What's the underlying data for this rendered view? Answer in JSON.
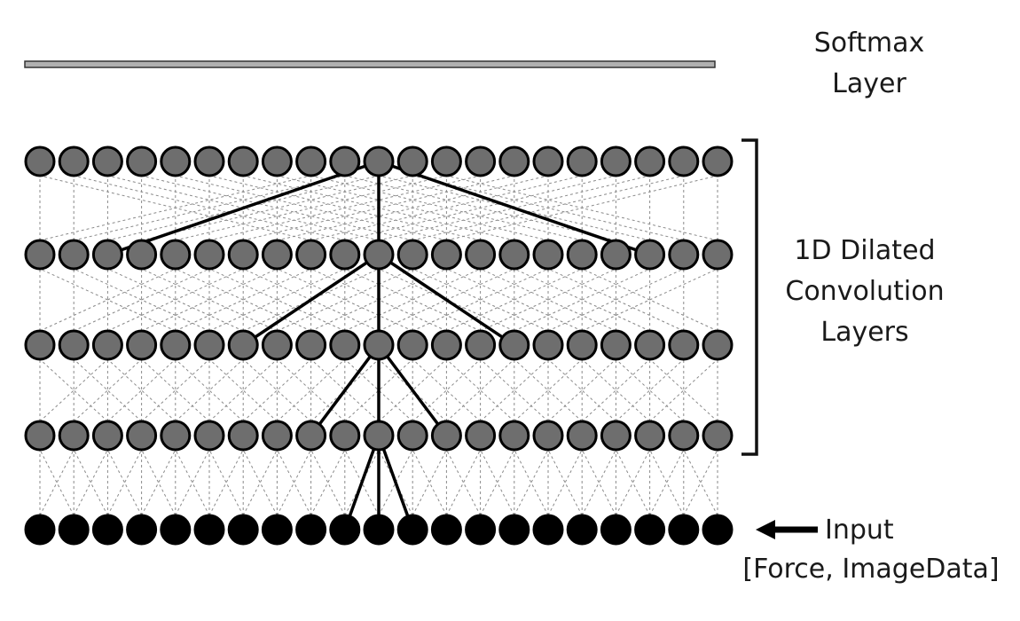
{
  "labels": {
    "softmax_line1": "Softmax",
    "softmax_line2": "Layer",
    "conv_line1": "1D Dilated",
    "conv_line2": "Convolution",
    "conv_line3": "Layers",
    "input_line1": "Input",
    "input_line2": "[Force, ImageData]"
  },
  "network": {
    "nodes_per_layer": 21,
    "hidden_layers": 4,
    "input_layers": 1,
    "dilations_bottom_to_top": [
      1,
      2,
      4,
      8
    ],
    "highlighted_index": 10
  },
  "colors": {
    "hidden_node_fill": "#6e6e6e",
    "input_node_fill": "#000000",
    "node_stroke": "#000000",
    "softmax_bar": "#b0b0b0",
    "dashed_connection": "#8a8a8a",
    "highlight_connection": "#000000"
  }
}
